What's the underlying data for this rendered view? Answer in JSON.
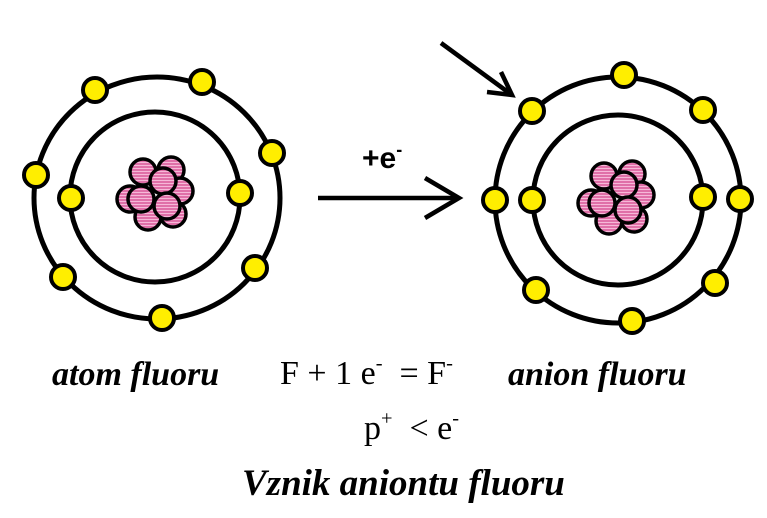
{
  "diagram": {
    "colors": {
      "electron": "#ffee00",
      "nucleus": "#e070a8",
      "line": "#000000",
      "background": "#ffffff"
    },
    "reaction_label": {
      "base": "+e",
      "sup": "-"
    },
    "left_atom": {
      "label": "atom fluoru",
      "outer_electrons": 7,
      "inner_electrons": 2
    },
    "right_atom": {
      "label": "anion fluoru",
      "outer_electrons": 8,
      "inner_electrons": 2
    },
    "equation": {
      "part1": "F + 1 e",
      "sup1": "-",
      "part2": " = F",
      "sup2": "-"
    },
    "inequality": {
      "p": "p",
      "p_sup": "+",
      "mid": " < e",
      "e_sup": "-"
    },
    "title": "Vznik aniontu fluoru"
  }
}
